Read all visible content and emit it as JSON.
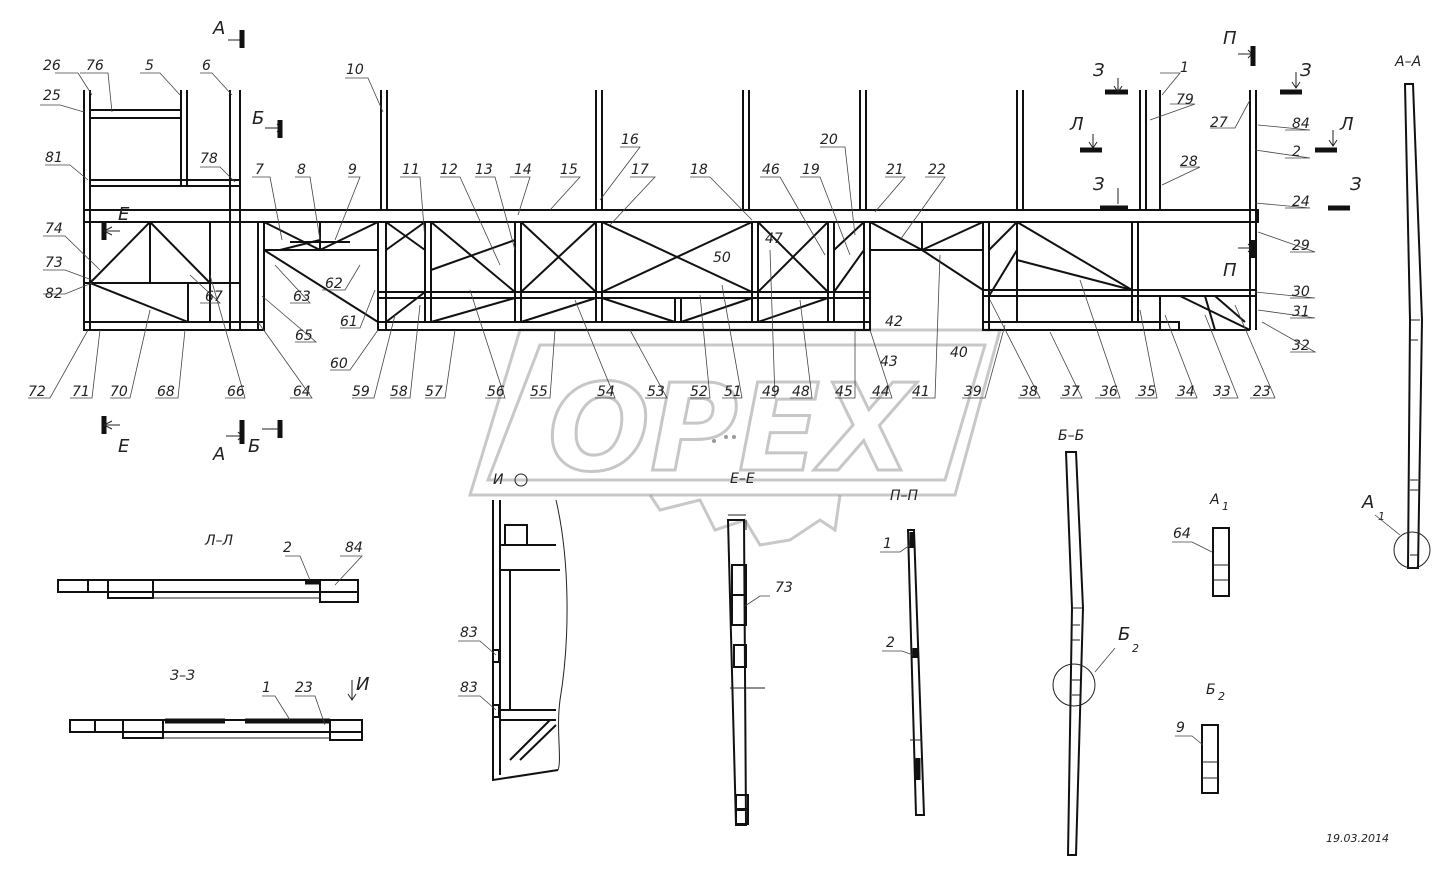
{
  "drawing": {
    "date": "19.03.2014",
    "watermark_text": "OPEX",
    "position_labels": [
      "1",
      "2",
      "5",
      "6",
      "7",
      "8",
      "9",
      "10",
      "11",
      "12",
      "13",
      "14",
      "15",
      "16",
      "17",
      "18",
      "19",
      "20",
      "21",
      "22",
      "23",
      "24",
      "25",
      "26",
      "27",
      "28",
      "29",
      "30",
      "31",
      "32",
      "33",
      "34",
      "35",
      "36",
      "37",
      "38",
      "39",
      "40",
      "41",
      "42",
      "43",
      "44",
      "45",
      "46",
      "47",
      "48",
      "49",
      "50",
      "51",
      "52",
      "53",
      "54",
      "55",
      "56",
      "57",
      "58",
      "59",
      "60",
      "61",
      "62",
      "63",
      "64",
      "65",
      "66",
      "67",
      "68",
      "70",
      "71",
      "72",
      "73",
      "74",
      "76",
      "78",
      "79",
      "81",
      "82",
      "84"
    ],
    "cut_markers": {
      "A": "А",
      "B": "Б",
      "E": "Е",
      "P": "П",
      "Z": "З",
      "L": "Л",
      "I": "И"
    },
    "section_titles": {
      "AA": "А–А",
      "BB": "Б–Б",
      "EE": "Е–Е",
      "PP": "П–П",
      "LL": "Л–Л",
      "ZZ": "З–З",
      "I": "И",
      "A1": "А",
      "A1_sub": "1",
      "B2": "Б",
      "B2_sub": "2"
    },
    "section_labels": {
      "LL": [
        "2",
        "84"
      ],
      "ZZ": [
        "1",
        "23"
      ],
      "I": [
        "83",
        "83"
      ],
      "EE": [
        "73"
      ],
      "PP": [
        "1",
        "2"
      ],
      "A1": [
        "64"
      ],
      "B2": [
        "9"
      ]
    }
  }
}
